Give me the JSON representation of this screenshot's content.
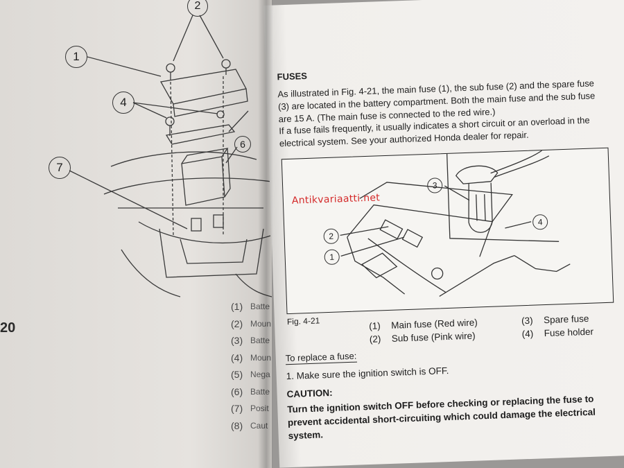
{
  "left_page": {
    "callouts": [
      "1",
      "2",
      "4",
      "7",
      "6"
    ],
    "page_number": "20",
    "legend": [
      {
        "num": "(1)",
        "text": "Batte"
      },
      {
        "num": "(2)",
        "text": "Moun"
      },
      {
        "num": "(3)",
        "text": "Batte"
      },
      {
        "num": "(4)",
        "text": "Moun"
      },
      {
        "num": "(5)",
        "text": "Nega"
      },
      {
        "num": "(6)",
        "text": "Batte"
      },
      {
        "num": "(7)",
        "text": "Posit"
      },
      {
        "num": "(8)",
        "text": "Caut"
      }
    ]
  },
  "right_page": {
    "heading": "FUSES",
    "paragraph_1": "As illustrated in Fig. 4-21, the main fuse (1), the sub fuse (2) and the spare fuse (3) are located in the battery compartment. Both the main fuse and the sub fuse are 15 A. (The main fuse is connected to the red wire.)",
    "paragraph_2": "If a fuse fails frequently, it usually indicates a short circuit or an overload in the electrical system. See your authorized Honda dealer for repair.",
    "watermark": "Antikvariaatti.net",
    "figure_callouts": {
      "c1": "1",
      "c2": "2",
      "c3": "3",
      "c4": "4"
    },
    "figure_label": "Fig. 4-21",
    "legend_left": [
      {
        "num": "(1)",
        "text": "Main fuse (Red wire)"
      },
      {
        "num": "(2)",
        "text": "Sub fuse (Pink wire)"
      }
    ],
    "legend_right": [
      {
        "num": "(3)",
        "text": "Spare fuse"
      },
      {
        "num": "(4)",
        "text": "Fuse holder"
      }
    ],
    "replace_heading": "To replace a fuse:",
    "step_1": "1.  Make sure the ignition switch is OFF.",
    "caution_heading": "CAUTION:",
    "caution_text": "Turn the ignition switch OFF before checking or replacing the fuse to prevent accidental short-circuiting which could damage the electrical system."
  }
}
